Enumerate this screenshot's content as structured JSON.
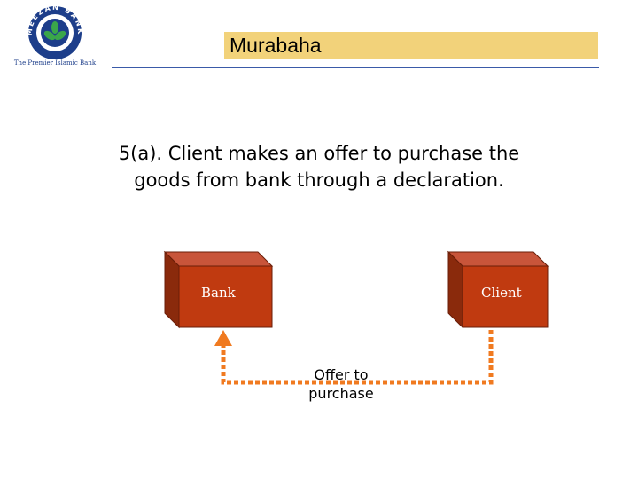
{
  "logo": {
    "ring_text": "MEEZAN BANK",
    "tagline": "The Premier Islamic Bank",
    "icon": "meezan-bank-logo"
  },
  "header": {
    "title": "Murabaha"
  },
  "heading": {
    "line1": "5(a). Client makes an offer to purchase the",
    "line2": "goods from bank through a declaration."
  },
  "diagram": {
    "nodes": [
      {
        "id": "bank",
        "label": "Bank"
      },
      {
        "id": "client",
        "label": "Client"
      }
    ],
    "edge": {
      "from": "client",
      "to": "bank",
      "style": "dashed",
      "label_line1": "Offer to",
      "label_line2": "purchase"
    },
    "colors": {
      "box_front": "#c03a10",
      "box_top": "#c8553a",
      "box_side": "#8a2a0c",
      "arrow": "#f07a20"
    }
  }
}
